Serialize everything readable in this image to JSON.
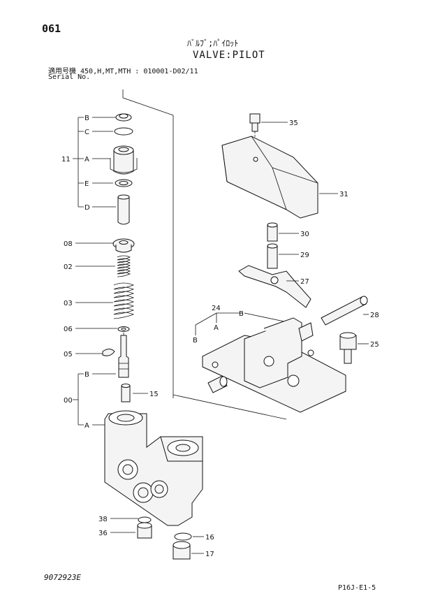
{
  "header": {
    "page_number": "061",
    "title_jp": "ﾊﾞﾙﾌﾞ;ﾊﾟｲﾛｯﾄ",
    "title_en": "VALVE:PILOT",
    "applicable_models": "適用号機  450,H,MT,MTH : 010001-D02/11",
    "serial_label": "Serial No."
  },
  "callouts": {
    "c11": "11",
    "c11_b": "B",
    "c11_c": "C",
    "c11_a": "A",
    "c11_e": "E",
    "c11_d": "D",
    "c08": "08",
    "c02": "02",
    "c03": "03",
    "c06": "06",
    "c05": "05",
    "c00": "00",
    "c00_b": "B",
    "c00_a": "A",
    "c15": "15",
    "c38": "38",
    "c36": "36",
    "c16": "16",
    "c17": "17",
    "c35": "35",
    "c31": "31",
    "c30": "30",
    "c29": "29",
    "c27": "27",
    "c24": "24",
    "c24_b_top": "B",
    "c24_a": "A",
    "c24_b_side": "B",
    "c28": "28",
    "c25": "25"
  },
  "footer": {
    "doc_number": "9072923E",
    "page_code": "P16J-E1-5"
  }
}
